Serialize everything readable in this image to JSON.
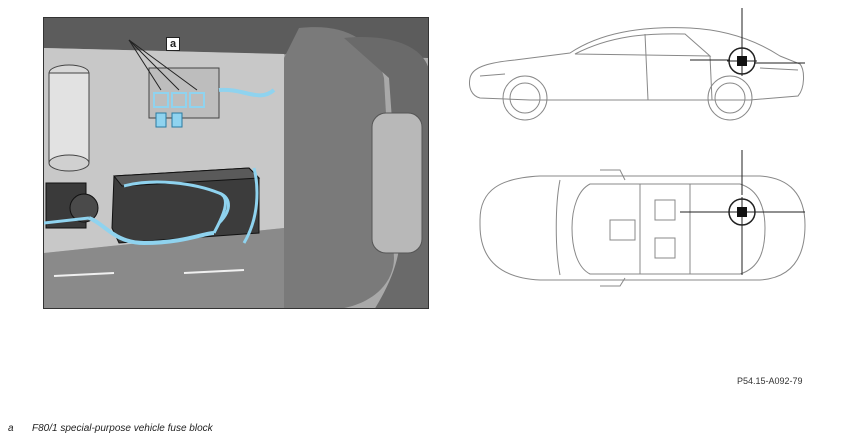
{
  "callout": {
    "label": "a"
  },
  "figure_code": "P54.15-A092-79",
  "legend": [
    {
      "key": "a",
      "text": "F80/1 special-purpose vehicle fuse block"
    }
  ],
  "colors": {
    "highlight": "#8fd3ef",
    "outline": "#222222"
  }
}
